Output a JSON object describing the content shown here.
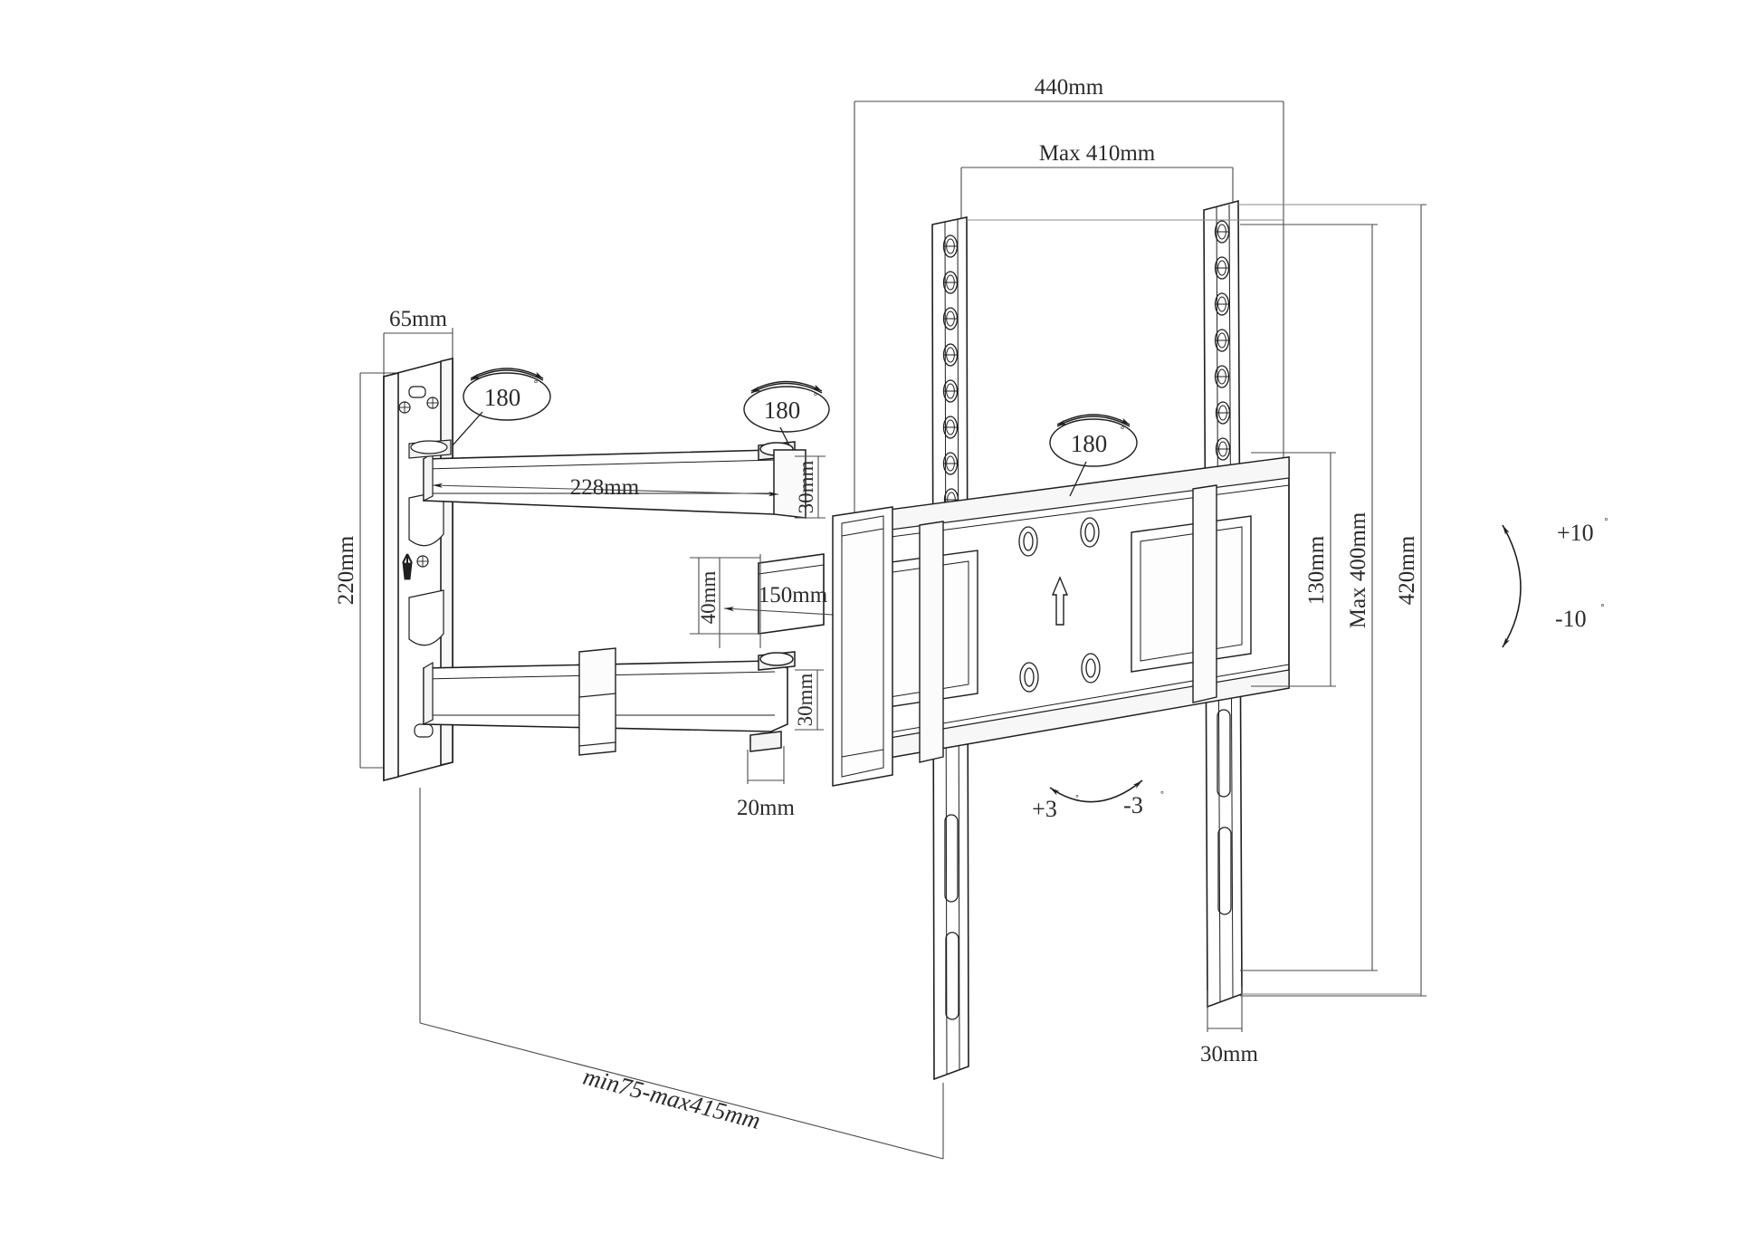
{
  "drawing": {
    "title": "TV Wall Mount Bracket Technical Dimension Drawing",
    "type": "technical-line-drawing",
    "background_color": "#ffffff",
    "line_color": "#1f1f1f",
    "text_color": "#2b2b2b"
  },
  "dimensions": {
    "top_overall": "440mm",
    "top_inner": "Max 410mm",
    "left_plate_width": "65mm",
    "left_plate_height": "220mm",
    "upper_arm_length": "228mm",
    "upper_arm_thickness": "30mm",
    "lower_arm_thickness": "30mm",
    "mid_block_width": "150mm",
    "mid_block_height": "40mm",
    "lower_small": "20mm",
    "right_plate_height": "130mm",
    "right_max_height": "Max 400mm",
    "right_overall_height": "420mm",
    "bottom_right_depth": "30mm",
    "bottom_extension": "min75-max415mm"
  },
  "angles": {
    "swivel_left_top": "180",
    "swivel_mid_top": "180",
    "swivel_right": "180",
    "degree_symbol": "˚",
    "tilt_up": "+10",
    "tilt_down": "-10",
    "rotate_plus": "+3",
    "rotate_minus": "-3"
  },
  "annotations": {
    "swivel_note_1": "180",
    "swivel_note_2": "180",
    "swivel_note_3": "180"
  }
}
